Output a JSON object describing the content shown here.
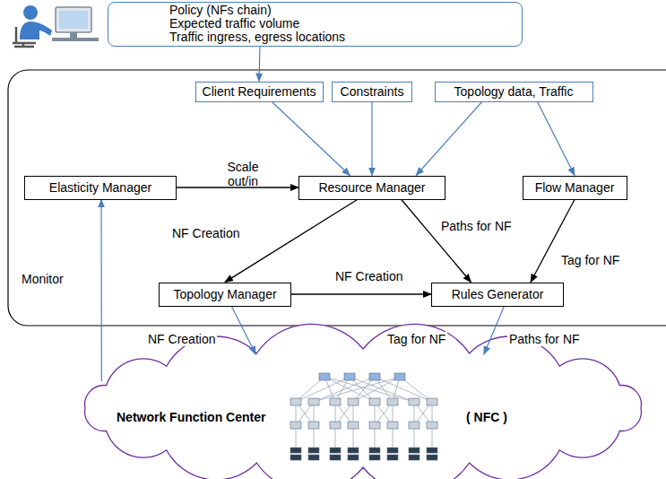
{
  "diagram": {
    "nodes": [
      {
        "text": [
          "Policy (NFs chain)",
          "Expected traffic volume",
          "Traffic ingress, egress locations"
        ]
      },
      {
        "text": [
          "Client Requirements"
        ]
      },
      {
        "text": [
          "Constraints"
        ]
      },
      {
        "text": [
          "Topology data, Traffic"
        ]
      },
      {
        "text": [
          "Elasticity Manager"
        ]
      },
      {
        "text": [
          "Resource Manager"
        ]
      },
      {
        "text": [
          "Flow Manager"
        ]
      },
      {
        "text": [
          "Topology Manager"
        ]
      },
      {
        "text": [
          "Rules Generator"
        ]
      },
      {
        "text": [
          "Network Function Center",
          "( NFC )"
        ]
      }
    ],
    "edges": [
      {
        "from": 0,
        "to": 1,
        "arrow": "to"
      },
      {
        "from": 1,
        "to": 5,
        "arrow": "to"
      },
      {
        "from": 2,
        "to": 5,
        "arrow": "to"
      },
      {
        "from": 3,
        "to": 5,
        "arrow": "to"
      },
      {
        "from": 3,
        "to": 6,
        "arrow": "to"
      },
      {
        "from": 4,
        "to": 5,
        "label": "Scale out/in",
        "arrow": "to"
      },
      {
        "from": 5,
        "to": 7,
        "label": "NF Creation",
        "arrow": "to"
      },
      {
        "from": 5,
        "to": 8,
        "label": "Paths for NF",
        "arrow": "to"
      },
      {
        "from": 6,
        "to": 8,
        "label": "Tag for NF",
        "arrow": "to"
      },
      {
        "from": 7,
        "to": 8,
        "label": "NF Creation",
        "arrow": "to"
      },
      {
        "from": 7,
        "to": 9,
        "label": "NF Creation",
        "arrow": "to"
      },
      {
        "from": 8,
        "to": 9,
        "label": "Tag for NF",
        "arrow": "to"
      },
      {
        "from": 9,
        "to": 4,
        "label": "Monitor",
        "arrow": "to"
      }
    ],
    "labels": [
      "Paths for NF"
    ]
  }
}
